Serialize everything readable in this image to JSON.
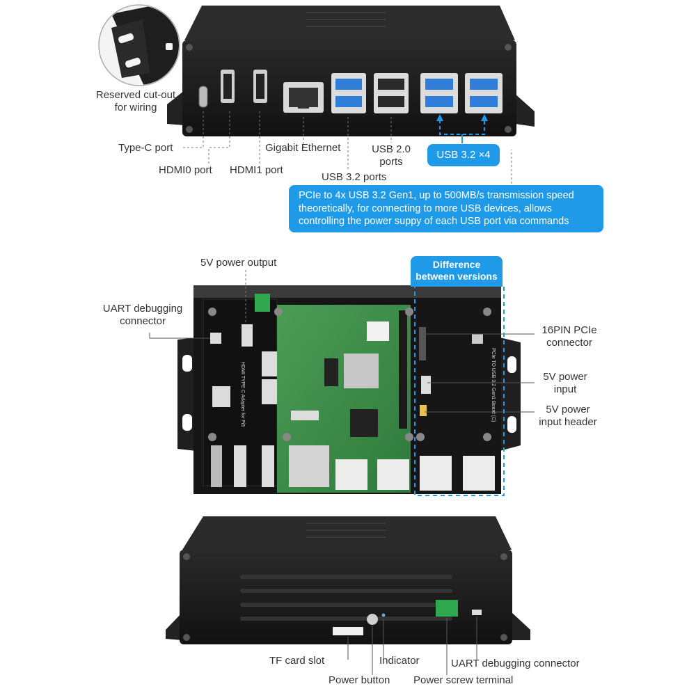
{
  "colors": {
    "accent": "#1e9ae8",
    "case": "#1b1b1b",
    "pcb_green": "#3f8f4a",
    "usb3_blue": "#2f7fd8",
    "terminal_green": "#2fa84f"
  },
  "top": {
    "cutout_label": "Reserved cut-out\nfor wiring",
    "type_c": "Type-C port",
    "hdmi0": "HDMI0 port",
    "hdmi1": "HDMI1 port",
    "ethernet": "Gigabit Ethernet",
    "usb32_ports": "USB 3.2 ports",
    "usb20_ports": "USB 2.0\nports",
    "usb32_x4": "USB 3.2 ×4",
    "pcie_note": "PCIe to 4x USB 3.2 Gen1, up to 500MB/s transmission speed theoretically, for connecting to more USB devices, allows controlling the power suppy of each USB port via commands"
  },
  "middle": {
    "power_output": "5V power output",
    "uart": "UART debugging\nconnector",
    "difference": "Difference\nbetween versions",
    "pcie16": "16PIN PCIe\nconnector",
    "power_input": "5V power\ninput",
    "power_header": "5V power\ninput header",
    "board_text_left": "HDMI TYPE C Adapter for Pi5",
    "board_text_right": "PCIe TO USB 3.2 Gen1 Board (C)"
  },
  "bottom": {
    "tf_card": "TF card slot",
    "power_button": "Power button",
    "indicator": "Indicator",
    "screw_terminal": "Power screw terminal",
    "uart_conn": "UART debugging connector"
  }
}
